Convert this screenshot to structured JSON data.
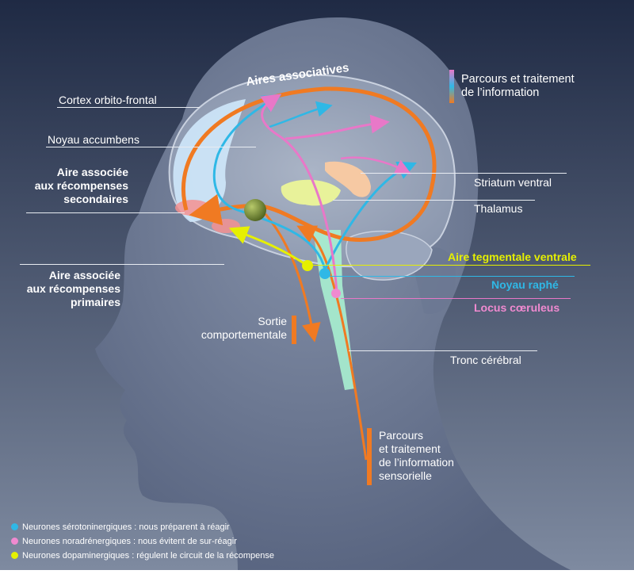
{
  "colors": {
    "background_top": "#1f2a44",
    "background_bottom": "#7e8aa0",
    "orange": "#f07a22",
    "cyan": "#2fb8e6",
    "pink": "#e878c8",
    "yellow": "#e6f000",
    "light_blue_cortex": "#cfe8fb",
    "brainstem_green": "#a8f0d0"
  },
  "labels": {
    "aires_associatives": "Aires associatives",
    "parcours_traitement_info": [
      "Parcours et traitement",
      "de l’information"
    ],
    "cortex_orbito_frontal": "Cortex orbito-frontal",
    "noyau_accumbens": "Noyau accumbens",
    "aire_recompenses_secondaires": [
      "Aire associée",
      "aux récompenses",
      "secondaires"
    ],
    "aire_recompenses_primaires": [
      "Aire associée",
      "aux récompenses",
      "primaires"
    ],
    "striatum_ventral": "Striatum ventral",
    "thalamus": "Thalamus",
    "aire_tegmentale_ventrale": "Aire tegmentale ventrale",
    "noyau_raphe": "Noyau raphé",
    "locus_coeruleus": "Locus cœruleus",
    "sortie_comportementale": [
      "Sortie",
      "comportementale"
    ],
    "tronc_cerebral": "Tronc cérébral",
    "parcours_info_sensorielle": [
      "Parcours",
      "et traitement",
      "de l’information",
      "sensorielle"
    ]
  },
  "legend": [
    {
      "color": "#2fb8e6",
      "text": "Neurones sérotoninergiques : nous préparent à réagir",
      "icon": "cyan-dot"
    },
    {
      "color": "#f08ad0",
      "text": "Neurones noradrénergiques : nous évitent de sur-réagir",
      "icon": "pink-dot"
    },
    {
      "color": "#e6f000",
      "text": "Neurones dopaminergiques : régulent le circuit de la récompense",
      "icon": "yellow-dot"
    }
  ]
}
